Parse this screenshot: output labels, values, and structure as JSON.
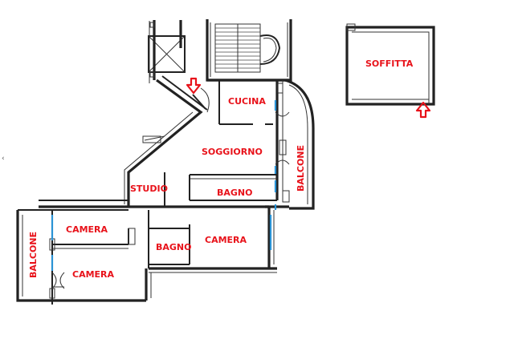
{
  "rooms": {
    "soffitta": "SOFFITTA",
    "cucina": "CUCINA",
    "soggiorno": "SOGGIORNO",
    "balcone_right": "BALCONE",
    "studio": "STUDIO",
    "bagno_main": "BAGNO",
    "camera_top": "CAMERA",
    "bagno_lower": "BAGNO",
    "camera_right": "CAMERA",
    "balcone_left": "BALCONE",
    "camera_bottom": "CAMERA"
  },
  "colors": {
    "label": "#e8121a",
    "arrow": "#e8121a",
    "window": "#2a93d5",
    "wall": "#222222"
  },
  "icons": {
    "entrance_arrow": "arrow-down-icon",
    "attic_arrow": "arrow-up-icon"
  }
}
